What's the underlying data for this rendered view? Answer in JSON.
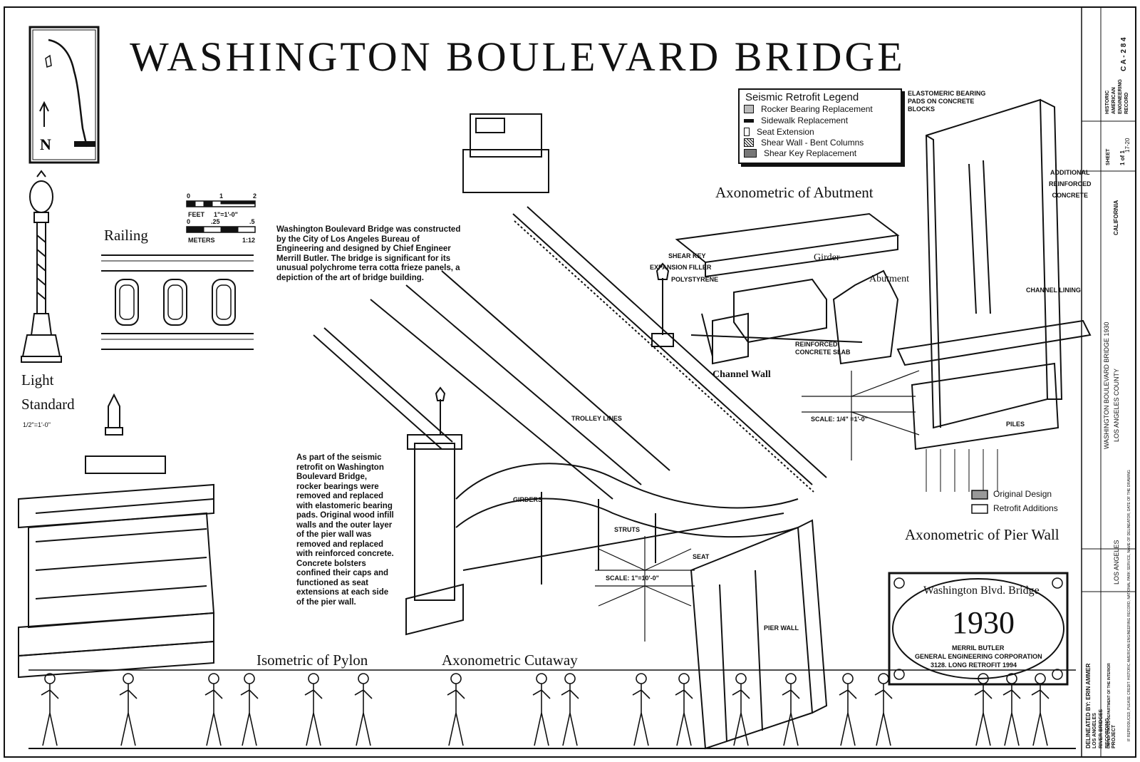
{
  "title": "WASHINGTON BOULEVARD BRIDGE",
  "views": {
    "railing": "Railing",
    "light_standard": "Light\nStandard",
    "light_scale": "1/2\"=1'-0\"",
    "isometric_pylon": "Isometric of Pylon",
    "axonometric_cutaway": "Axonometric Cutaway",
    "axonometric_abutment": "Axonometric of Abutment",
    "axonometric_pier_wall": "Axonometric of Pier Wall"
  },
  "scale_bar": {
    "feet_label": "FEET",
    "feet_scale": "1\"=1'-0\"",
    "feet_ticks": [
      "0",
      "1",
      "2"
    ],
    "meters_label": "METERS",
    "meters_scale": "1:12",
    "meters_ticks": [
      "0",
      ".25",
      ".5"
    ]
  },
  "description_1": "Washington Boulevard Bridge was constructed\nby the City of Los Angeles Bureau of\nEngineering and designed by Chief Engineer\nMerrill Butler.  The bridge is significant for its\nunusual polychrome terra cotta frieze panels, a\ndepiction of the art of bridge building.",
  "description_2": "As part of the seismic\nretrofit on Washington\nBoulevard Bridge,\nrocker bearings were\nremoved and replaced\nwith elastomeric bearing\npads.  Original wood infill\nwalls and the outer layer\nof the pier wall was\nremoved and replaced\nwith reinforced concrete.\nConcrete bolsters\nconfined their caps and\nfunctioned as seat\nextensions at each side\nof the pier wall.",
  "legend": {
    "title": "Seismic Retrofit Legend",
    "items": [
      "Rocker Bearing Replacement",
      "Sidewalk Replacement",
      "Seat Extension",
      "Shear Wall - Bent Columns",
      "Shear Key Replacement"
    ]
  },
  "callouts": {
    "trolley_lines": "TROLLEY LINES",
    "girders": "GIRDERS",
    "struts": "STRUTS",
    "seat": "SEAT",
    "pier_wall": "PIER WALL",
    "shear_key": "SHEAR KEY",
    "expansion_filler": "EXPANSION FILLER",
    "polystyrene": "POLYSTYRENE",
    "girder": "Girder",
    "abutment": "Abutment",
    "reinforced_concrete_slab": "REINFORCED\nCONCRETE SLAB",
    "channel_wall": "Channel Wall",
    "elastomeric_pads": "ELASTOMERIC BEARING\nPADS ON CONCRETE\nBLOCKS",
    "additional_reinforced_concrete": "ADDITIONAL\nREINFORCED\nCONCRETE",
    "channel_lining": "CHANNEL LINING",
    "piles": "PILES"
  },
  "scale_notes": {
    "abutment_scale": "SCALE: 1/4\" =1'-0\"",
    "cutaway_scale": "SCALE: 1\"=10'-0\""
  },
  "design_legend": {
    "original": "Original Design",
    "retrofit": "Retrofit Additions"
  },
  "plaque": {
    "name": "Washington Blvd. Bridge",
    "year": "1930",
    "line1": "MERRIL BUTLER",
    "line2": "GENERAL ENGINEERING CORPORATION",
    "line3": "3128. LONG RETROFIT 1994"
  },
  "title_block": {
    "record": "HISTORIC AMERICAN\nENGINEERING RECORD",
    "number": "C A - 2 8 4",
    "sheet": "SHEET",
    "sheet_of": "1 of 1",
    "bridge_line": "WASHINGTON BOULEVARD BRIDGE 1930",
    "county": "LOS ANGELES COUNTY",
    "state": "CALIFORNIA",
    "city": "LOS ANGELES",
    "credit": "IF REPRODUCED, PLEASE CREDIT: HISTORIC AMERICAN ENGINEERING RECORD, NATIONAL PARK SERVICE, NAME OF DELINEATOR, DATE OF THE DRAWING",
    "delineator": "DELINEATED BY: ERIN AMMER",
    "project": "LOS ANGELES RIVER BRIDGES\nRECORDING PROJECT",
    "nps": "UNITED STATES DEPARTMENT OF THE INTERIOR",
    "sheet_number": "17-20"
  }
}
